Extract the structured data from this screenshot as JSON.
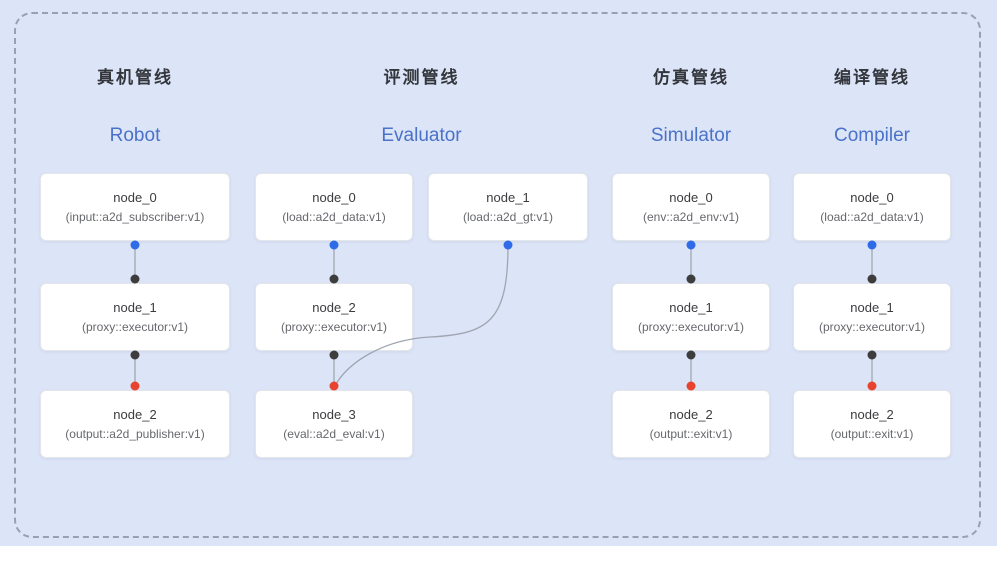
{
  "palette": {
    "background": "#dce4f7",
    "panel_border": "#97a1b4",
    "node_bg": "#ffffff",
    "node_border": "#e4e6ea",
    "title": "#33363c",
    "subtitle": "#4a72c8",
    "edge": "#a0a6b1",
    "blue_dot": "#2e6be6",
    "black_dot": "#3d3d3d",
    "red_dot": "#e8432e"
  },
  "pipelines": [
    {
      "title": "真机管线",
      "subtitle": "Robot",
      "nodes": [
        {
          "name": "node_0",
          "type": "(input::a2d_subscriber:v1)"
        },
        {
          "name": "node_1",
          "type": "(proxy::executor:v1)"
        },
        {
          "name": "node_2",
          "type": "(output::a2d_publisher:v1)"
        }
      ]
    },
    {
      "title": "评测管线",
      "subtitle": "Evaluator",
      "nodes": [
        {
          "name": "node_0",
          "type": "(load::a2d_data:v1)"
        },
        {
          "name": "node_1",
          "type": "(load::a2d_gt:v1)"
        },
        {
          "name": "node_2",
          "type": "(proxy::executor:v1)"
        },
        {
          "name": "node_3",
          "type": "(eval::a2d_eval:v1)"
        }
      ]
    },
    {
      "title": "仿真管线",
      "subtitle": "Simulator",
      "nodes": [
        {
          "name": "node_0",
          "type": "(env::a2d_env:v1)"
        },
        {
          "name": "node_1",
          "type": "(proxy::executor:v1)"
        },
        {
          "name": "node_2",
          "type": "(output::exit:v1)"
        }
      ]
    },
    {
      "title": "编译管线",
      "subtitle": "Compiler",
      "nodes": [
        {
          "name": "node_0",
          "type": "(load::a2d_data:v1)"
        },
        {
          "name": "node_1",
          "type": "(proxy::executor:v1)"
        },
        {
          "name": "node_2",
          "type": "(output::exit:v1)"
        }
      ]
    }
  ]
}
